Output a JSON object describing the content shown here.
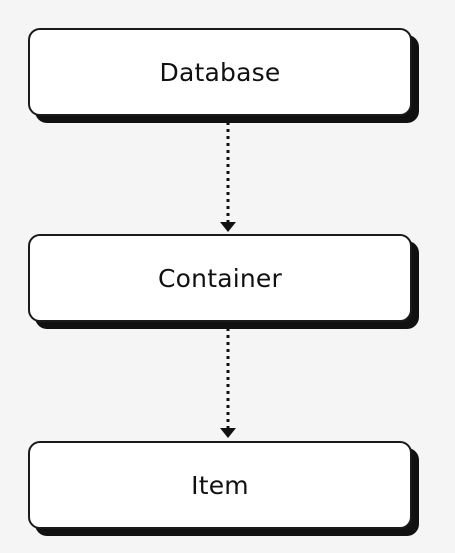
{
  "diagram": {
    "nodes": [
      {
        "id": "database",
        "label": "Database"
      },
      {
        "id": "container",
        "label": "Container"
      },
      {
        "id": "item",
        "label": "Item"
      }
    ],
    "edges": [
      {
        "from": "database",
        "to": "container",
        "style": "dotted"
      },
      {
        "from": "container",
        "to": "item",
        "style": "dotted"
      }
    ]
  },
  "colors": {
    "background": "#f5f5f5",
    "node_fill": "#ffffff",
    "node_border": "#1a1a1a",
    "shadow": "#111111",
    "connector": "#111111"
  }
}
